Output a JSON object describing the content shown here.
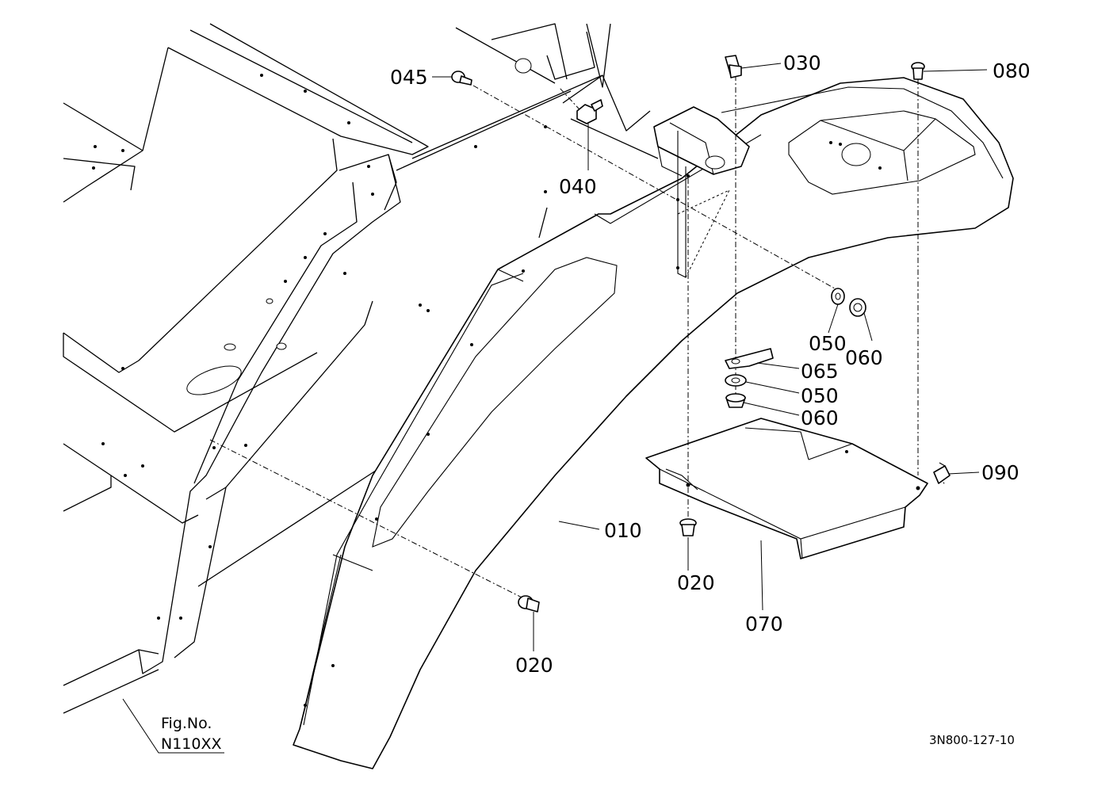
{
  "fig": {
    "label": "Fig.No.",
    "number": "N110XX"
  },
  "drawing_code": "3N800-127-10",
  "callouts": [
    {
      "id": "c010",
      "text": "010"
    },
    {
      "id": "c020a",
      "text": "020"
    },
    {
      "id": "c020b",
      "text": "020"
    },
    {
      "id": "c030",
      "text": "030"
    },
    {
      "id": "c040",
      "text": "040"
    },
    {
      "id": "c045",
      "text": "045"
    },
    {
      "id": "c050a",
      "text": "050"
    },
    {
      "id": "c050b",
      "text": "050"
    },
    {
      "id": "c060a",
      "text": "060"
    },
    {
      "id": "c060b",
      "text": "060"
    },
    {
      "id": "c065",
      "text": "065"
    },
    {
      "id": "c070",
      "text": "070"
    },
    {
      "id": "c080",
      "text": "080"
    },
    {
      "id": "c090",
      "text": "090"
    }
  ]
}
